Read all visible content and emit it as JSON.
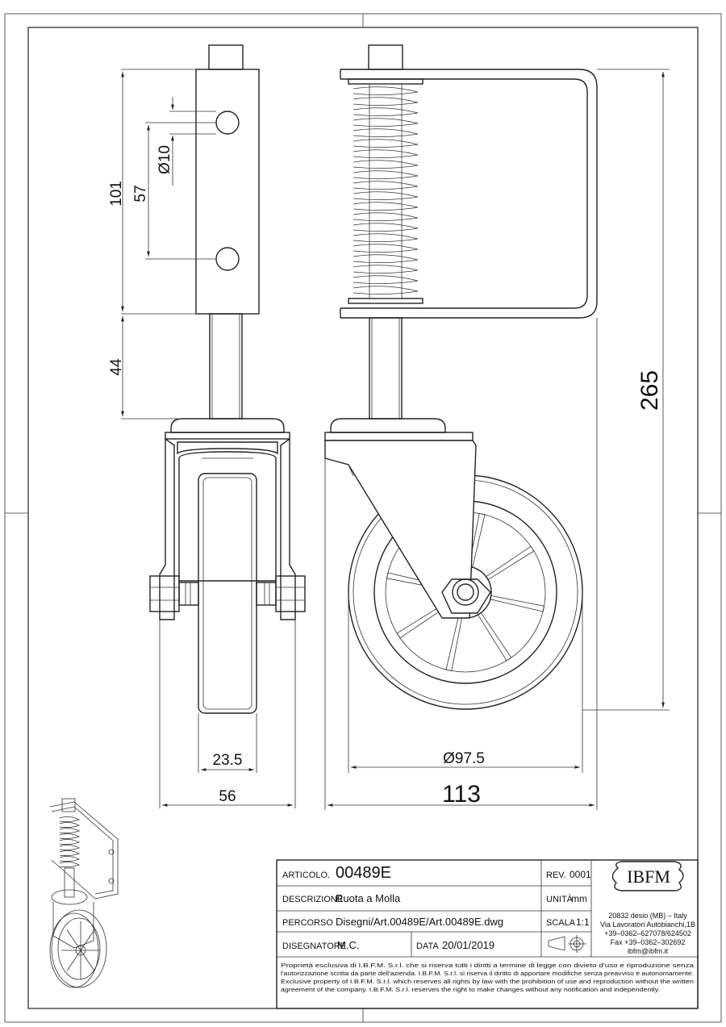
{
  "dimensions": {
    "d101": "101",
    "d57": "57",
    "d10": "Ø10",
    "d44": "44",
    "d265": "265",
    "d23_5": "23.5",
    "d56": "56",
    "d97_5": "Ø97.5",
    "d113": "113"
  },
  "title_block": {
    "articolo_label": "ARTICOLO.",
    "articolo_value": "00489E",
    "rev_label": "REV.",
    "rev_value": "0001",
    "descrizione_label": "DESCRIZIONE",
    "descrizione_value": "Ruota a Molla",
    "unita_label": "UNITÀ",
    "unita_value": "mm",
    "percorso_label": "PERCORSO",
    "percorso_value": "Disegni/Art.00489E/Art.00489E.dwg",
    "scala_label": "SCALA",
    "scala_value": "1:1",
    "disegnatore_label": "DISEGNATORE",
    "disegnatore_value": "M.C.",
    "data_label": "DATA",
    "data_value": "20/01/2019",
    "logo": "IBFM",
    "address": [
      "20832 desio (MB) – Italy",
      "Via Lavoratori Autobianchi,1B",
      "+39–0362–627078/624502",
      "Fax +39–0362–302692",
      "ibfm@ibfm.it"
    ],
    "notice": [
      "Proprietà esclusiva di I.B.F.M. S.r.l. che si riserva tutti i diritti a termine di legge con divieto d'uso e riproduzione senza",
      "l'autorizzazione scritta da parte dell'azienda. I.B.F.M. S.r.l. si riserva il diritto di apportare modifiche senza preavviso e autonomamente.",
      "Exclusive property of I.B.F.M. S.r.l. which reserves all rights by law with the prohibition of use and reproduction without the written",
      "agreement of the company. I.B.F.M. S.r.l. reserves the right to make changes without any notification and independently."
    ]
  }
}
